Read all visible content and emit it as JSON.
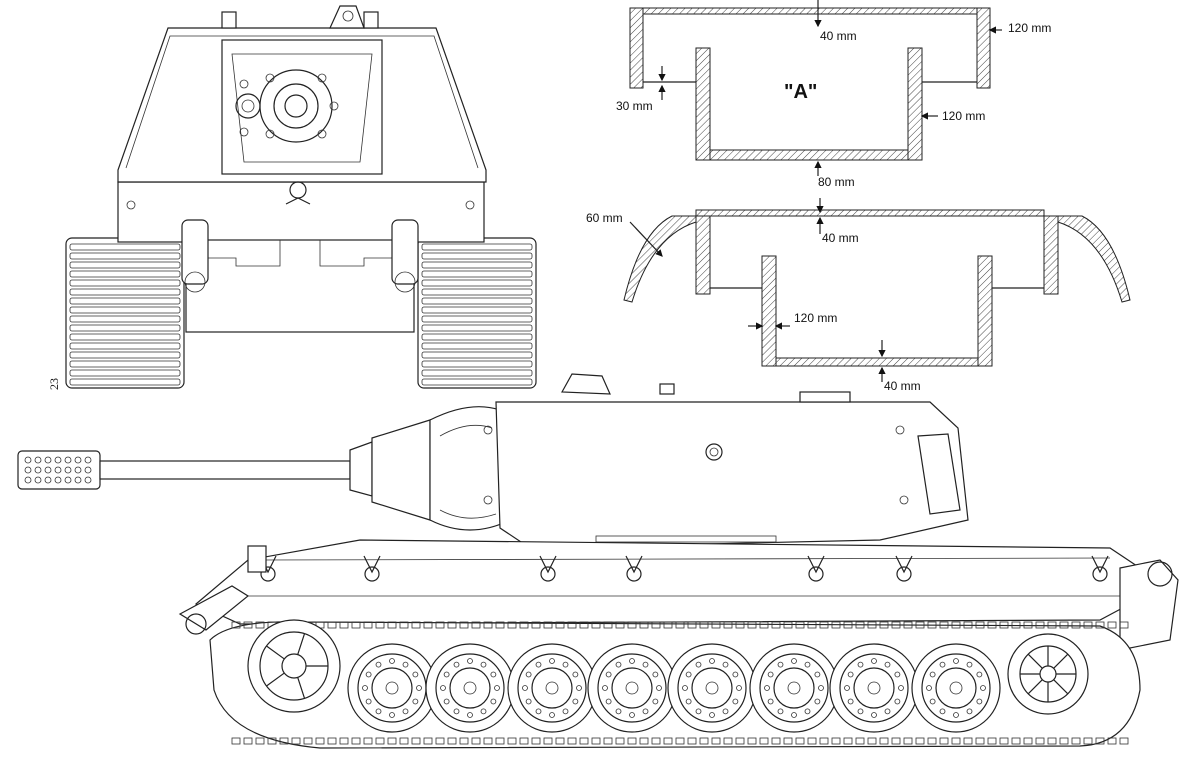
{
  "page_number": "23",
  "section_a_label": "\"A\"",
  "dimensions": {
    "top_roof": "40 mm",
    "outer_side": "120 mm",
    "bracket": "30 mm",
    "inner_side": "120 mm",
    "floor_gap": "80 mm",
    "curved_skirt": "60 mm",
    "lower_roof": "40 mm",
    "lower_side": "120 mm",
    "lower_floor": "40 mm"
  }
}
